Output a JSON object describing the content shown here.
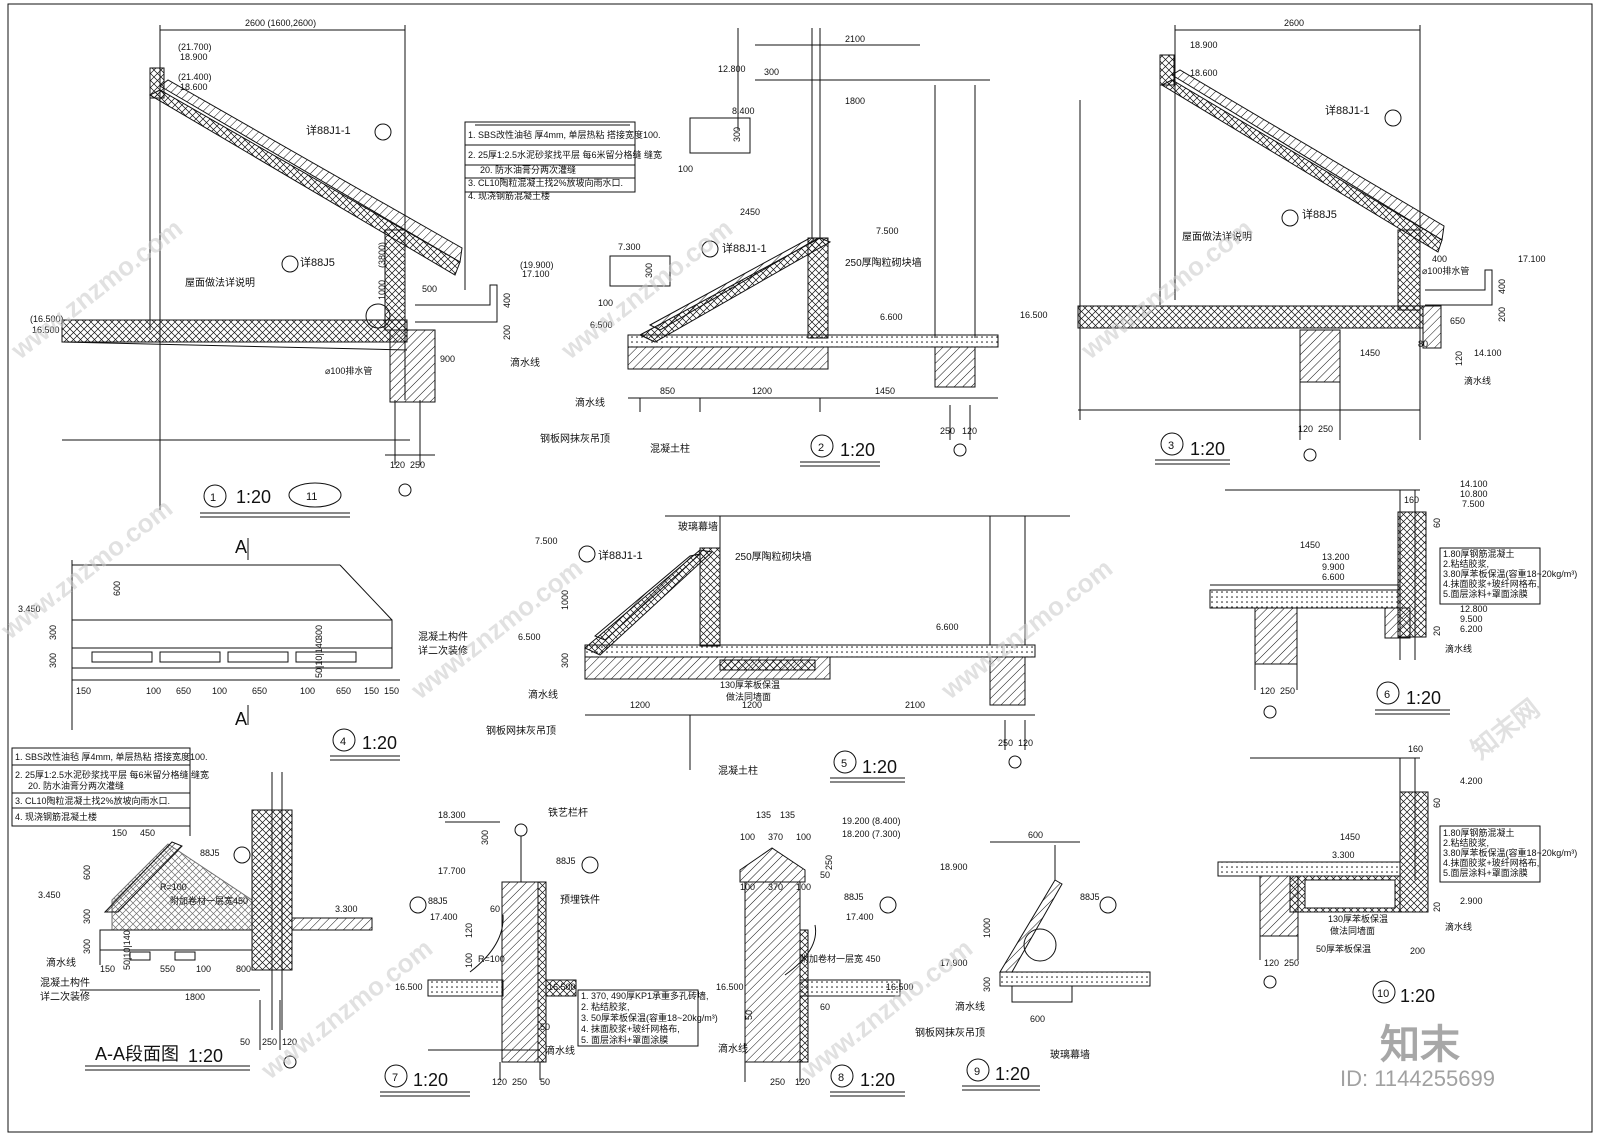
{
  "details": [
    {
      "key": "d1",
      "title": "1:20",
      "num": "1",
      "ref": "11",
      "labels": {
        "span": "2600 (1600,2600)",
        "elev_top_a": "(21.700)",
        "elev_top_b": "18.900",
        "elev_mid_a": "(21.400)",
        "elev_mid_b": "18.600",
        "ref_atlas": "详88J1-1",
        "ref_j5": "详88J5",
        "note": "屋面做法详说明",
        "dim_1000": "1000",
        "dim_3800": "(3800)",
        "dim_500": "500",
        "dim_400": "400",
        "dim_200": "200",
        "dim_900": "900",
        "elev_r_a": "(19.900)",
        "elev_r_b": "17.100",
        "elev_l_a": "(16.500)",
        "elev_l_b": "16.500",
        "drip": "滴水线",
        "pipe": "⌀100排水管",
        "d120": "120",
        "d250": "250"
      }
    },
    {
      "key": "d2",
      "title": "1:20",
      "num": "2",
      "labels": {
        "d2100": "2100",
        "d1800": "1800",
        "d2450": "2450",
        "e12800": "12.800",
        "d300a": "300",
        "e8400": "8.400",
        "d300b": "300",
        "d100a": "100",
        "e7300": "7.300",
        "d300c": "300",
        "d100b": "100",
        "e6500": "6.500",
        "e7500": "7.500",
        "e6600": "6.600",
        "ref_atlas": "详88J1-1",
        "wall": "250厚陶粒砌块墙",
        "drip": "滴水线",
        "ceiling": "钢板网抹灰吊顶",
        "column": "混凝土柱",
        "d850": "850",
        "d1200": "1200",
        "d1450": "1450",
        "d250": "250",
        "d120": "120"
      }
    },
    {
      "key": "d3",
      "title": "1:20",
      "num": "3",
      "labels": {
        "d2600": "2600",
        "e18900": "18.900",
        "e18600": "18.600",
        "ref_atlas": "详88J1-1",
        "ref_j5": "详88J5",
        "note": "屋面做法详说明",
        "d400": "400",
        "e17100": "17.100",
        "pipe": "⌀100排水管",
        "d400b": "400",
        "d200": "200",
        "e16500": "16.500",
        "d650": "650",
        "d1450": "1450",
        "d80": "80",
        "d120a": "120",
        "e14100": "14.100",
        "drip": "滴水线",
        "d120": "120",
        "d250": "250"
      }
    },
    {
      "key": "d4",
      "title": "1:20",
      "num": "4",
      "labels": {
        "cut_a": "A",
        "cut_b": "A",
        "e3450": "3.450",
        "d600": "600",
        "d300a": "300",
        "d300b": "300",
        "d300c": "300",
        "d50": "50|10|140",
        "member": "混凝土构件",
        "finish": "详二次装修",
        "dims": [
          "150",
          "100",
          "650",
          "100",
          "650",
          "100",
          "650",
          "150",
          "150"
        ]
      }
    },
    {
      "key": "d5",
      "title": "1:20",
      "num": "5",
      "labels": {
        "glass": "玻璃幕墙",
        "e7500": "7.500",
        "ref_atlas": "详88J1-1",
        "wall": "250厚陶粒砌块墙",
        "d1000": "1000",
        "e6500": "6.500",
        "d300": "300",
        "e6600": "6.600",
        "drip": "滴水线",
        "insul_a": "130厚苯板保温",
        "insul_b": "做法同墙面",
        "ceiling": "钢板网抹灰吊顶",
        "d1200a": "1200",
        "d1200b": "1200",
        "d2100": "2100",
        "column": "混凝土柱",
        "d250": "250",
        "d120": "120"
      }
    },
    {
      "key": "d6",
      "title": "1:20",
      "num": "6",
      "labels": {
        "d160": "160",
        "e14100": "14.100",
        "e10800": "10.800",
        "e7500": "7.500",
        "d60": "60",
        "d1450": "1450",
        "e13200": "13.200",
        "e9900": "9.900",
        "e6600": "6.600",
        "e12800": "12.800",
        "e9500": "9.500",
        "e6200": "6.200",
        "d20": "20",
        "drip": "滴水线",
        "d120": "120",
        "d250": "250",
        "layers": [
          "1.80厚钢筋混凝土",
          "2.粘结胶浆,",
          "3.80厚苯板保温(容重18~20kg/m³)",
          "4.抹面胶浆+玻纤网格布,",
          "5.面层涂料+罩面涂膜"
        ]
      }
    },
    {
      "key": "aa",
      "title": "A-A段面图",
      "scale": "1:20",
      "labels": {
        "spec": [
          "1. SBS改性油毡 厚4mm, 单层热粘 搭接宽度100.",
          "2. 25厚1:2.5水泥砂浆找平层 每6米留分格缝 缝宽",
          "20. 防水油膏分两次灌缝",
          "3. CL10陶粒混凝土找2%放坡向雨水口.",
          "4. 现浇钢筋混凝土楼"
        ],
        "d150": "150",
        "d450": "450",
        "ref": "88J5",
        "d600": "600",
        "e3450": "3.450",
        "d300a": "300",
        "d300b": "300",
        "extra": "附加卷材一层宽450",
        "r100": "R=100",
        "d50": "50|10|140",
        "d150b": "150",
        "d550": "550",
        "d100": "100",
        "d800": "800",
        "d1800": "1800",
        "drip": "滴水线",
        "member": "混凝土构件",
        "finish": "详二次装修",
        "e3300": "3.300",
        "d50b": "50",
        "d250": "250",
        "d120": "120"
      }
    },
    {
      "key": "d7",
      "title": "1:20",
      "num": "7",
      "labels": {
        "e18300": "18.300",
        "rail": "铁艺栏杆",
        "d300": "300",
        "ref_a": "88J5",
        "e17700": "17.700",
        "embed": "预埋铁件",
        "d60": "60",
        "ref_b": "88J5",
        "e17400": "17.400",
        "d120": "120",
        "d100": "100",
        "r100": "R=100",
        "e16500a": "16.500",
        "e16500b": "16.500",
        "d50": "50",
        "drip": "滴水线",
        "d250": "250",
        "d50b": "50",
        "d120b": "120",
        "layers": [
          "1. 370, 490厚KP1承重多孔砖墙,",
          "2. 粘结胶浆,",
          "3. 50厚苯板保温(容重18~20kg/m³)",
          "4. 抹面胶浆+玻纤网格布,",
          "5. 面层涂料+罩面涂膜"
        ]
      }
    },
    {
      "key": "d8",
      "title": "1:20",
      "num": "8",
      "labels": {
        "d135a": "135",
        "d135b": "135",
        "d100a": "100",
        "d370": "370",
        "d100b": "100",
        "e19200": "19.200 (8.400)",
        "e18200": "18.200 (7.300)",
        "d250": "250",
        "d50": "50",
        "d100c": "100",
        "d370b": "370",
        "d100d": "100",
        "ref": "88J5",
        "e17400": "17.400",
        "extra": "附加卷材一层宽 450",
        "e16500a": "16.500",
        "e16500b": "16.500",
        "d60": "60",
        "d50b": "50",
        "drip": "滴水线",
        "d250b": "250",
        "d120": "120"
      }
    },
    {
      "key": "d9",
      "title": "1:20",
      "num": "9",
      "labels": {
        "d600": "600",
        "e18900": "18.900",
        "ref": "88J5",
        "d1000": "1000",
        "e17900": "17.900",
        "d300": "300",
        "drip": "滴水线",
        "d600b": "600",
        "ceiling": "钢板网抹灰吊顶",
        "glass": "玻璃幕墙"
      }
    },
    {
      "key": "d10",
      "title": "1:20",
      "num": "10",
      "labels": {
        "d160": "160",
        "e4200": "4.200",
        "d60": "60",
        "d1450": "1450",
        "e3300": "3.300",
        "d20": "20",
        "e2900": "2.900",
        "drip": "滴水线",
        "insul_a": "130厚苯板保温",
        "insul_b": "做法同墙面",
        "insul_c": "50厚苯板保温",
        "d200": "200",
        "d120": "120",
        "d250": "250",
        "layers": [
          "1.80厚钢筋混凝土",
          "2.粘结胶浆,",
          "3.80厚苯板保温(容重18~20kg/m³)",
          "4.抹面胶浆+玻纤网格布,",
          "5.面层涂料+罩面涂膜"
        ]
      }
    }
  ],
  "spec_d1": [
    "1. SBS改性油毡 厚4mm, 单层热粘 搭接宽度100.",
    "2. 25厚1:2.5水泥砂浆找平层 每6米留分格缝 缝宽",
    "20. 防水油膏分两次灌缝",
    "3. CL10陶粒混凝土找2%放坡向雨水口.",
    "4. 现浇钢筋混凝土楼"
  ],
  "watermark": "www.znzmo.com",
  "watermark_cn": "知末网",
  "brand": "知末",
  "image_id": "ID: 1144255699"
}
